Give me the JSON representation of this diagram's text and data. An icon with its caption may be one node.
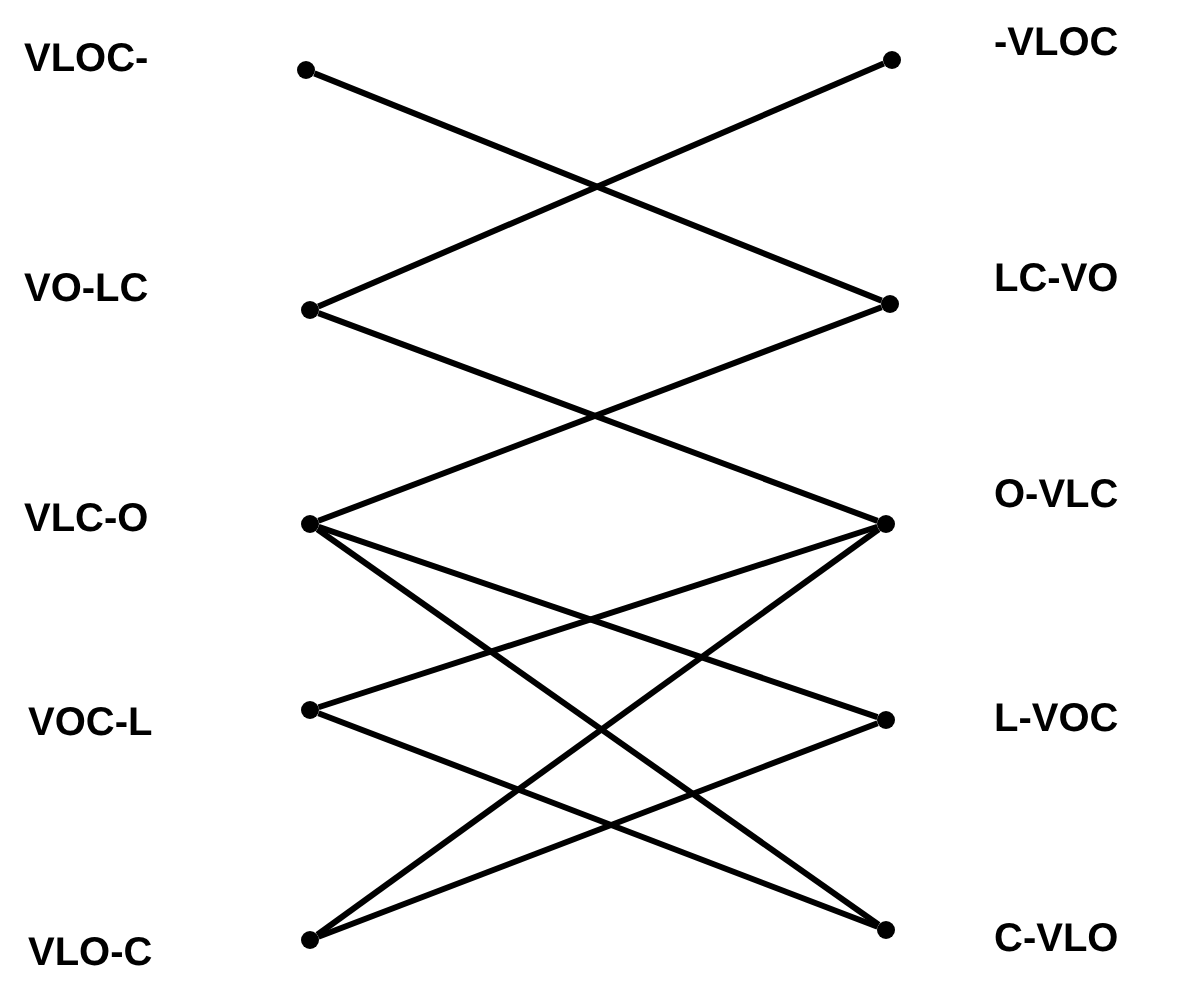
{
  "diagram": {
    "nodes": [
      {
        "text": [],
        "shape": "circle",
        "beside": [
          "VLOC-"
        ]
      },
      {
        "text": [],
        "shape": "circle",
        "beside": [
          "-VLOC"
        ]
      },
      {
        "text": [],
        "shape": "circle",
        "beside": [
          "VO-LC"
        ]
      },
      {
        "text": [],
        "shape": "circle",
        "beside": [
          "LC-VO"
        ]
      },
      {
        "text": [],
        "shape": "circle",
        "beside": [
          "VLC-O"
        ]
      },
      {
        "text": [],
        "shape": "circle",
        "beside": [
          "O-VLC"
        ]
      },
      {
        "text": [],
        "shape": "circle",
        "beside": [
          "VOC-L"
        ]
      },
      {
        "text": [],
        "shape": "circle",
        "beside": [
          "L-VOC"
        ]
      },
      {
        "text": [],
        "shape": "circle",
        "beside": [
          "VLO-C"
        ]
      },
      {
        "text": [],
        "shape": "circle",
        "beside": [
          "C-VLO"
        ]
      }
    ],
    "edges": [
      {
        "from": 0,
        "to": 3,
        "arrow": "none"
      },
      {
        "from": 2,
        "to": 1,
        "arrow": "none"
      },
      {
        "from": 2,
        "to": 5,
        "arrow": "none"
      },
      {
        "from": 4,
        "to": 3,
        "arrow": "none"
      },
      {
        "from": 4,
        "to": 7,
        "arrow": "none"
      },
      {
        "from": 4,
        "to": 9,
        "arrow": "none"
      },
      {
        "from": 6,
        "to": 5,
        "arrow": "none"
      },
      {
        "from": 6,
        "to": 9,
        "arrow": "none"
      },
      {
        "from": 8,
        "to": 5,
        "arrow": "none"
      },
      {
        "from": 8,
        "to": 7,
        "arrow": "none"
      }
    ]
  }
}
